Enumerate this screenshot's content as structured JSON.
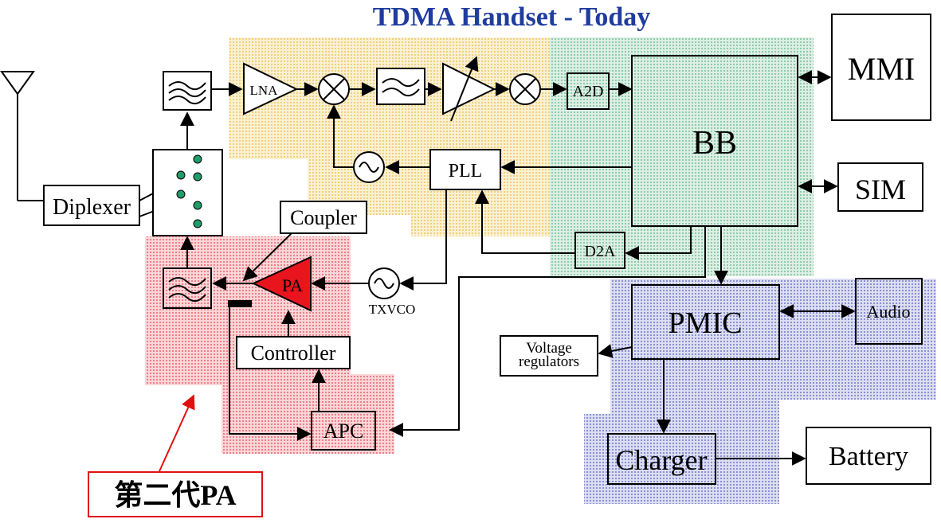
{
  "title": "TDMA Handset - Today",
  "colors": {
    "title": "#1f3c9e",
    "rx_region": "#f5dea0",
    "bb_region": "#a8d8c0",
    "pa_region": "#f08a92",
    "pm_region": "#9aa0d6",
    "pa_fill": "#e8141e",
    "annotation": "#e01010",
    "led": "#1f9e6a"
  },
  "blocks": {
    "diplexer": "Diplexer",
    "lna": "LNA",
    "pll": "PLL",
    "a2d": "A2D",
    "d2a": "D2A",
    "bb": "BB",
    "mmi": "MMI",
    "sim": "SIM",
    "coupler": "Coupler",
    "pa": "PA",
    "txvco": "TXVCO",
    "controller": "Controller",
    "apc": "APC",
    "pmic": "PMIC",
    "audio": "Audio",
    "voltage_regulators_line1": "Voltage",
    "voltage_regulators_line2": "regulators",
    "charger": "Charger",
    "battery": "Battery"
  },
  "annotation": "第二代PA",
  "icons": [
    "antenna-icon",
    "bandpass-filter-icon",
    "mixer-icon",
    "oscillator-icon",
    "variable-amplifier-icon",
    "switch-icon"
  ]
}
